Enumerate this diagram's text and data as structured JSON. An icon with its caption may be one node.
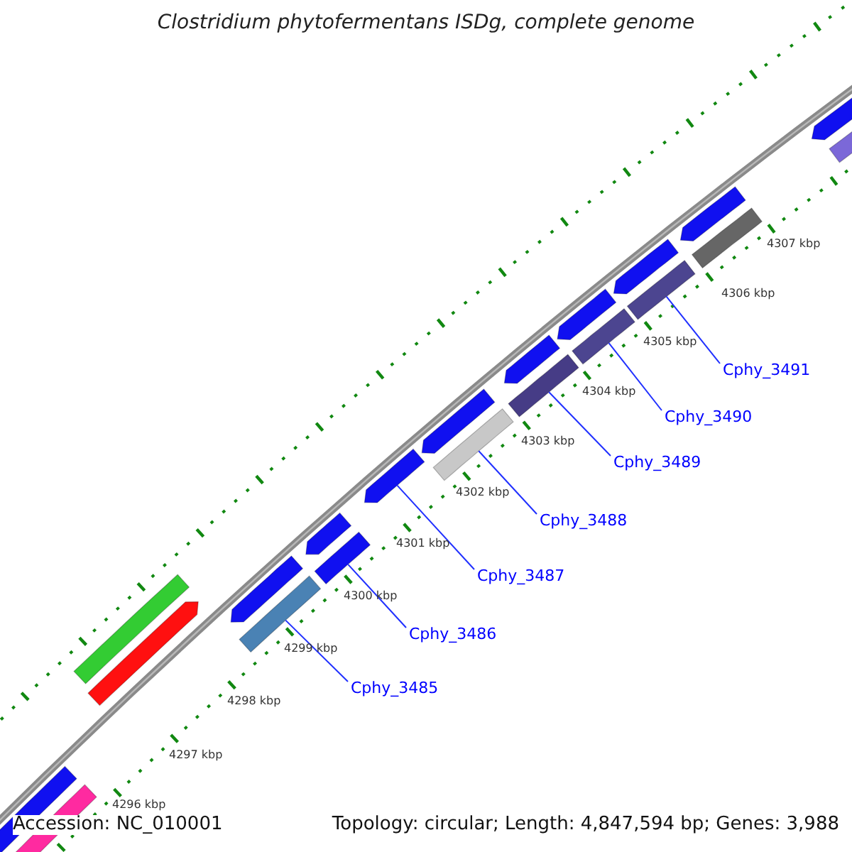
{
  "diagram": {
    "title": "Clostridium phytofermentans ISDg, complete genome",
    "nodes": [
      {
        "text": [],
        "shape": "pentagon"
      },
      {
        "text": [],
        "shape": "bar"
      },
      {
        "text": [],
        "shape": "bar"
      },
      {
        "text": [],
        "shape": "pentagon"
      },
      {
        "text": [],
        "shape": "pentagon"
      },
      {
        "text": [],
        "shape": "bar"
      },
      {
        "text": [],
        "shape": "pentagon"
      },
      {
        "text": [],
        "shape": "bar"
      },
      {
        "text": [],
        "shape": "pentagon"
      },
      {
        "text": [],
        "shape": "pentagon"
      },
      {
        "text": [],
        "shape": "bar"
      },
      {
        "text": [],
        "shape": "pentagon"
      },
      {
        "text": [],
        "shape": "bar"
      },
      {
        "text": [],
        "shape": "pentagon"
      },
      {
        "text": [],
        "shape": "bar"
      },
      {
        "text": [],
        "shape": "pentagon"
      },
      {
        "text": [],
        "shape": "bar"
      },
      {
        "text": [],
        "shape": "pentagon"
      },
      {
        "text": [],
        "shape": "bar"
      },
      {
        "text": [],
        "shape": "pentagon"
      },
      {
        "text": [],
        "shape": "bar"
      },
      {
        "text": [
          "Cphy_3491"
        ]
      },
      {
        "text": [
          "Cphy_3490"
        ]
      },
      {
        "text": [
          "Cphy_3489"
        ]
      },
      {
        "text": [
          "Cphy_3488"
        ]
      },
      {
        "text": [
          "Cphy_3487"
        ]
      },
      {
        "text": [
          "Cphy_3486"
        ]
      },
      {
        "text": [
          "Cphy_3485"
        ]
      }
    ],
    "edges": [
      {
        "from": 21,
        "to": 16,
        "arrow": "none"
      },
      {
        "from": 22,
        "to": 14,
        "arrow": "none"
      },
      {
        "from": 23,
        "to": 12,
        "arrow": "none"
      },
      {
        "from": 24,
        "to": 10,
        "arrow": "none"
      },
      {
        "from": 25,
        "to": 8,
        "arrow": "none"
      },
      {
        "from": 26,
        "to": 7,
        "arrow": "none"
      },
      {
        "from": 27,
        "to": 5,
        "arrow": "none"
      }
    ],
    "labels": [
      "4307 kbp",
      "4306 kbp",
      "4305 kbp",
      "4304 kbp",
      "4303 kbp",
      "4302 kbp",
      "4301 kbp",
      "4300 kbp",
      "4299 kbp",
      "4298 kbp",
      "4297 kbp",
      "4296 kbp",
      "Accession: NC_010001",
      "Topology: circular; Length: 4,847,594 bp; Genes: 3,988"
    ]
  }
}
